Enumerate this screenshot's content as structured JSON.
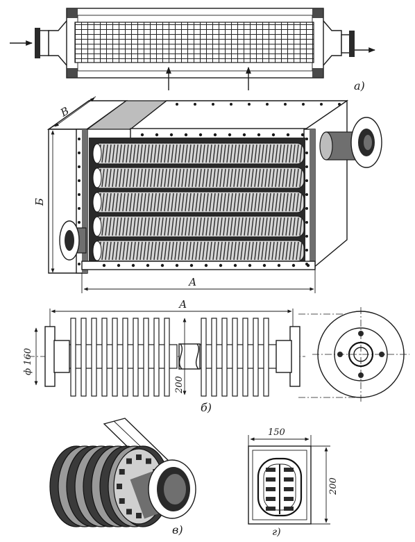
{
  "figure_a": {
    "label": "а)"
  },
  "figure_main": {
    "dim_width": "В",
    "dim_height": "Б",
    "dim_length": "А"
  },
  "figure_b": {
    "label": "б)",
    "dim_length": "А",
    "dim_diameter": "ф 160",
    "dim_fin": "200"
  },
  "figure_v": {
    "label": "в)"
  },
  "figure_g": {
    "label": "г)",
    "dim_width": "150",
    "dim_height": "200"
  }
}
